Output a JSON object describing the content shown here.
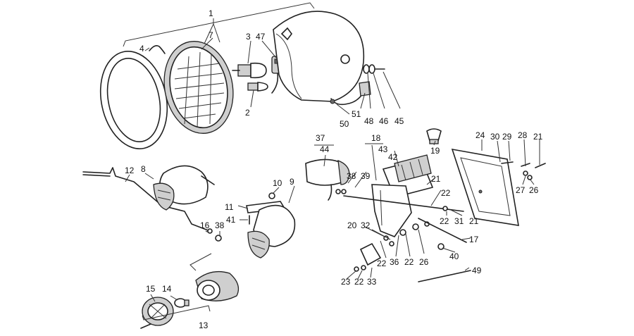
{
  "diagram": {
    "callouts": [
      {
        "id": "c1",
        "text": "1"
      },
      {
        "id": "c7",
        "text": "7"
      },
      {
        "id": "c4",
        "text": "4"
      },
      {
        "id": "c3",
        "text": "3"
      },
      {
        "id": "c47",
        "text": "47"
      },
      {
        "id": "c2",
        "text": "2"
      },
      {
        "id": "c50",
        "text": "50"
      },
      {
        "id": "c51",
        "text": "51"
      },
      {
        "id": "c48",
        "text": "48"
      },
      {
        "id": "c46",
        "text": "46"
      },
      {
        "id": "c45",
        "text": "45"
      },
      {
        "id": "c12",
        "text": "12"
      },
      {
        "id": "c8",
        "text": "8"
      },
      {
        "id": "c10",
        "text": "10"
      },
      {
        "id": "c9",
        "text": "9"
      },
      {
        "id": "c11",
        "text": "11"
      },
      {
        "id": "c41",
        "text": "41"
      },
      {
        "id": "c16",
        "text": "16"
      },
      {
        "id": "c38a",
        "text": "38"
      },
      {
        "id": "c37",
        "text": "37"
      },
      {
        "id": "c44",
        "text": "44"
      },
      {
        "id": "c18",
        "text": "18"
      },
      {
        "id": "c43",
        "text": "43"
      },
      {
        "id": "c42",
        "text": "42"
      },
      {
        "id": "c38b",
        "text": "38"
      },
      {
        "id": "c39",
        "text": "39"
      },
      {
        "id": "c19",
        "text": "19"
      },
      {
        "id": "c24",
        "text": "24"
      },
      {
        "id": "c30",
        "text": "30"
      },
      {
        "id": "c29",
        "text": "29"
      },
      {
        "id": "c28",
        "text": "28"
      },
      {
        "id": "c21a",
        "text": "21"
      },
      {
        "id": "c27",
        "text": "27"
      },
      {
        "id": "c26a",
        "text": "26"
      },
      {
        "id": "c21b",
        "text": "21"
      },
      {
        "id": "c22a",
        "text": "22"
      },
      {
        "id": "c22b",
        "text": "22"
      },
      {
        "id": "c31",
        "text": "31"
      },
      {
        "id": "c21c",
        "text": "21"
      },
      {
        "id": "c20",
        "text": "20"
      },
      {
        "id": "c32",
        "text": "32"
      },
      {
        "id": "c17",
        "text": "17"
      },
      {
        "id": "c40",
        "text": "40"
      },
      {
        "id": "c22c",
        "text": "22"
      },
      {
        "id": "c36",
        "text": "36"
      },
      {
        "id": "c22d",
        "text": "22"
      },
      {
        "id": "c26b",
        "text": "26"
      },
      {
        "id": "c49",
        "text": "49"
      },
      {
        "id": "c23",
        "text": "23"
      },
      {
        "id": "c22e",
        "text": "22"
      },
      {
        "id": "c33",
        "text": "33"
      },
      {
        "id": "c15",
        "text": "15"
      },
      {
        "id": "c14",
        "text": "14"
      },
      {
        "id": "c13",
        "text": "13"
      }
    ]
  }
}
